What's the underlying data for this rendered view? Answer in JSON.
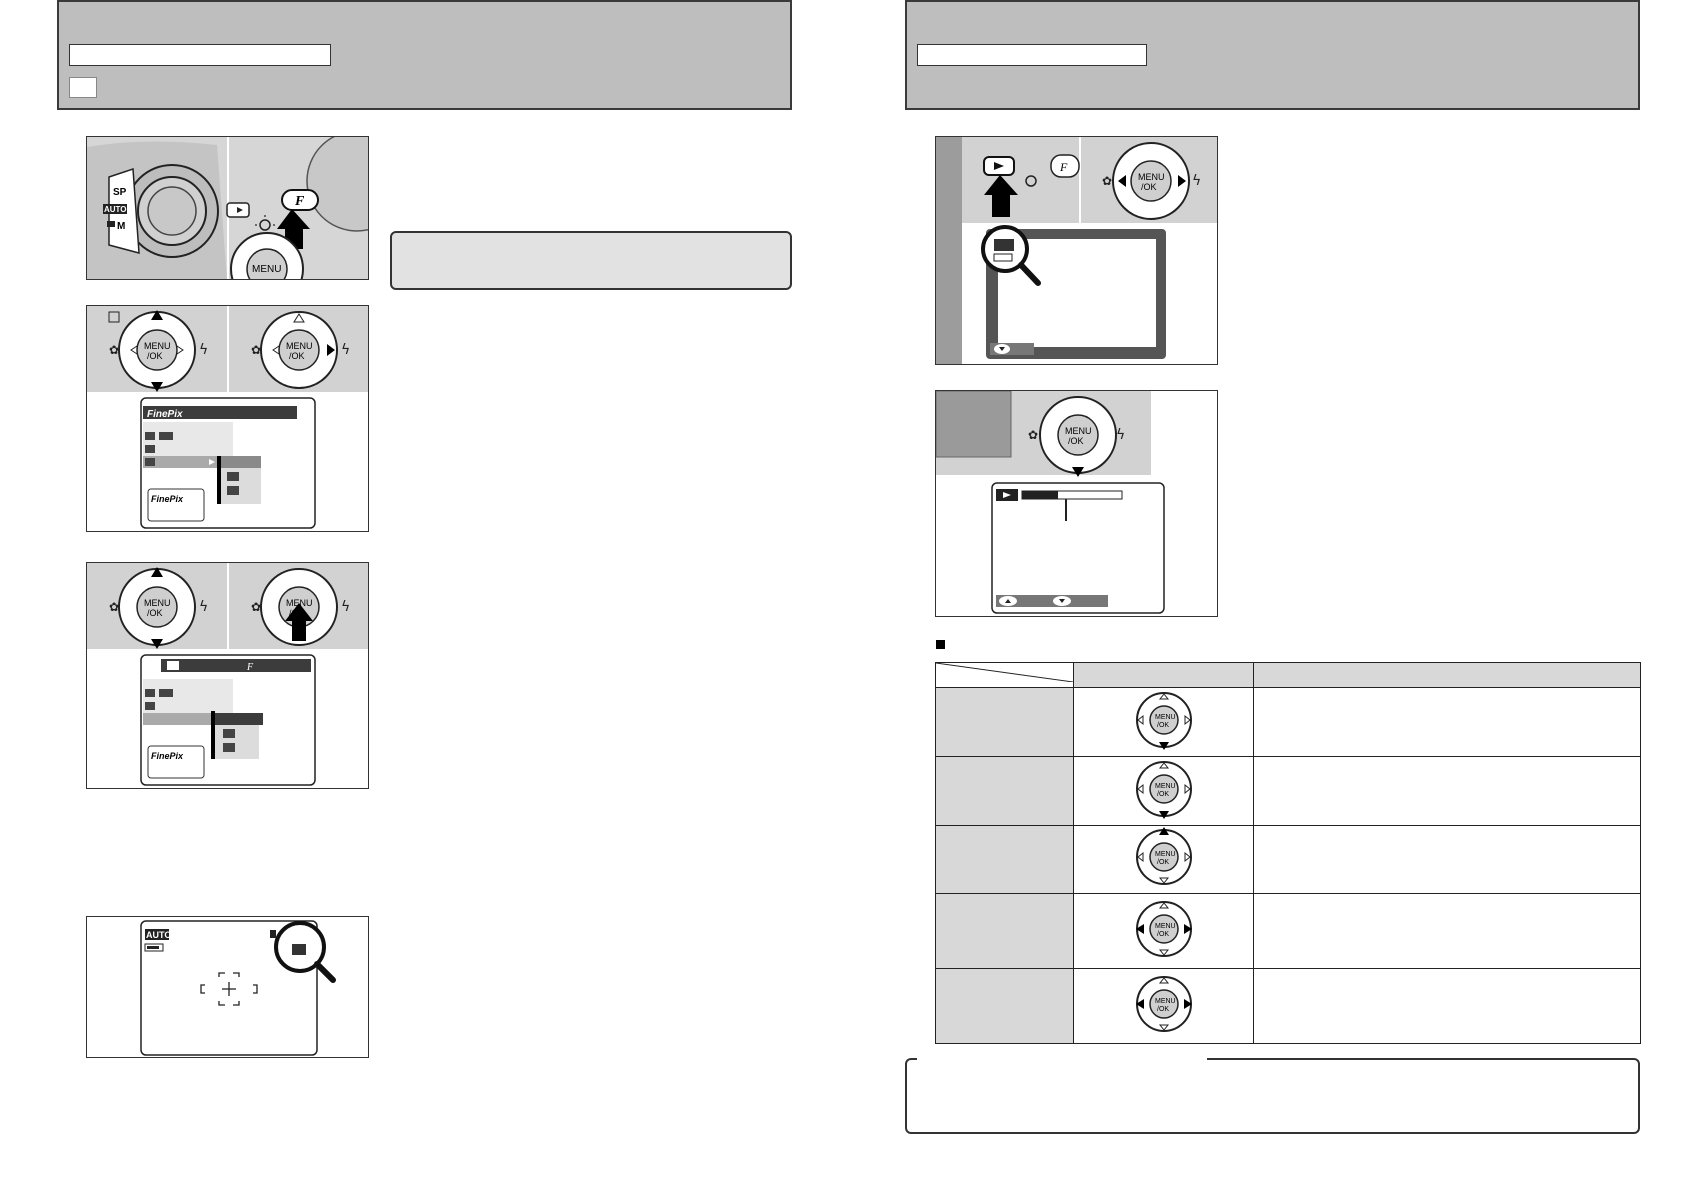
{
  "left_page": {
    "figures": {
      "mode_dial_labels": [
        "SP",
        "AUTO",
        "M"
      ],
      "f_button_label": "F",
      "menu_button_label": [
        "MENU",
        "/OK"
      ],
      "finepix_logo": "FinePix",
      "auto_badge": "AUTO"
    }
  },
  "right_page": {
    "figures": {
      "menu_button_label": [
        "MENU",
        "/OK"
      ]
    },
    "table": {
      "row_count": 5,
      "row_buttons": [
        "down",
        "down",
        "up",
        "left-right",
        "left-right"
      ]
    }
  },
  "colors": {
    "header_gray": "#bebebe",
    "note_gray": "#e2e2e2",
    "camera_body": "#d2d2d2",
    "lcd_dark": "#3c3c3c"
  }
}
